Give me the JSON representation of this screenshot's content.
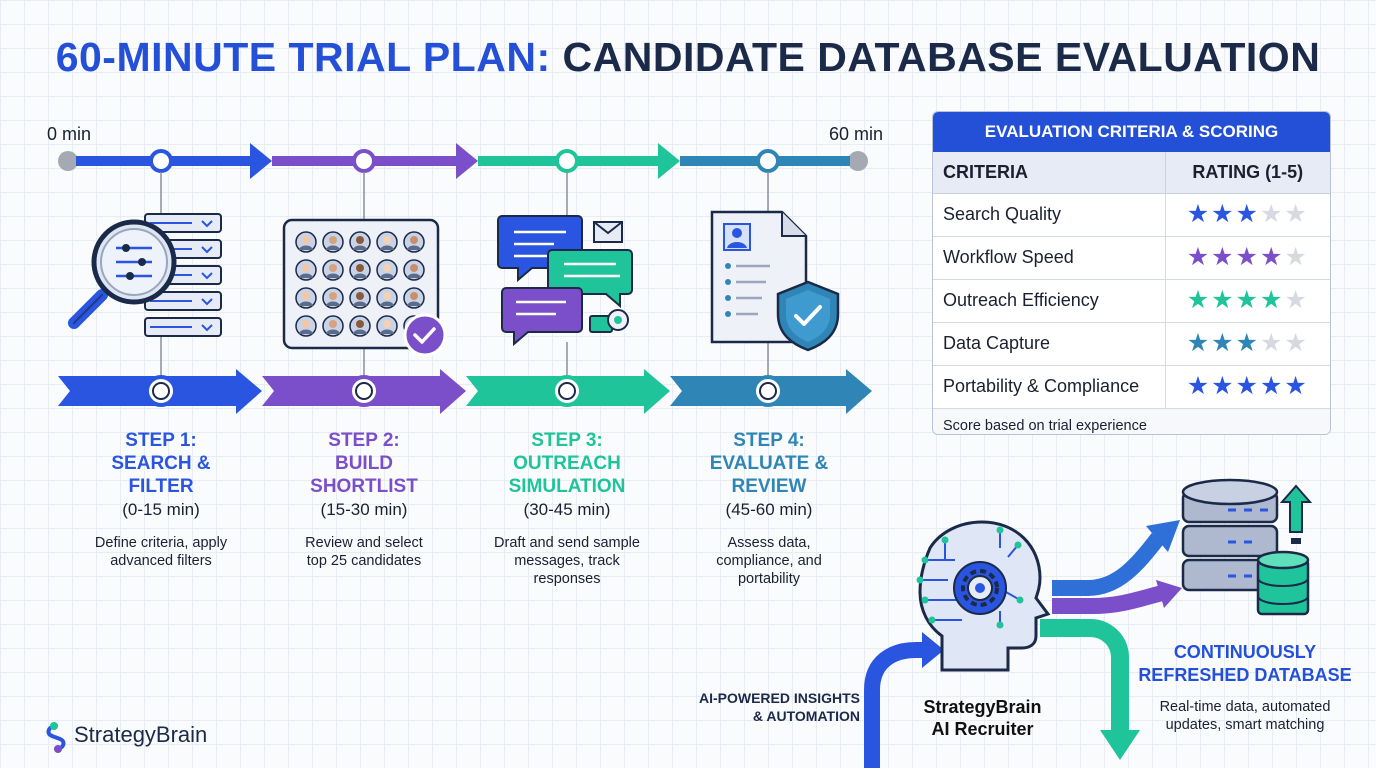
{
  "title": {
    "part1": "60-MINUTE TRIAL PLAN:",
    "part2": "CANDIDATE DATABASE EVALUATION"
  },
  "timeline": {
    "start_label": "0 min",
    "end_label": "60 min"
  },
  "colors": {
    "blue": "#2a55e0",
    "purple": "#7b4fc9",
    "teal": "#1fc49a",
    "steel": "#2f86b6"
  },
  "steps": [
    {
      "title_line1": "STEP 1:",
      "title_line2": "SEARCH &",
      "title_line3": "FILTER",
      "duration": "(0-15 min)",
      "desc_line1": "Define criteria, apply",
      "desc_line2": "advanced filters",
      "desc_line3": "",
      "color": "#2a55e0",
      "icon": "magnifier-filter-icon"
    },
    {
      "title_line1": "STEP 2:",
      "title_line2": "BUILD",
      "title_line3": "SHORTLIST",
      "duration": "(15-30 min)",
      "desc_line1": "Review and select",
      "desc_line2": "top 25 candidates",
      "desc_line3": "",
      "color": "#7b4fc9",
      "icon": "candidate-grid-icon"
    },
    {
      "title_line1": "STEP 3:",
      "title_line2": "OUTREACH",
      "title_line3": "SIMULATION",
      "duration": "(30-45 min)",
      "desc_line1": "Draft and send sample",
      "desc_line2": "messages, track",
      "desc_line3": "responses",
      "color": "#1fc49a",
      "icon": "chat-bubbles-icon"
    },
    {
      "title_line1": "STEP 4:",
      "title_line2": "EVALUATE &",
      "title_line3": "REVIEW",
      "duration": "(45-60 min)",
      "desc_line1": "Assess data,",
      "desc_line2": "compliance, and",
      "desc_line3": "portability",
      "color": "#2f86b6",
      "icon": "document-shield-icon"
    }
  ],
  "criteria": {
    "heading": "EVALUATION CRITERIA & SCORING",
    "col_criteria": "CRITERIA",
    "col_rating": "RATING (1-5)",
    "rows": [
      {
        "name": "Search Quality",
        "rating": 3,
        "color": "#2a55e0"
      },
      {
        "name": "Workflow Speed",
        "rating": 4,
        "color": "#7b4fc9"
      },
      {
        "name": "Outreach Efficiency",
        "rating": 4,
        "color": "#1fc49a"
      },
      {
        "name": "Data Capture",
        "rating": 3,
        "color": "#2f86b6"
      },
      {
        "name": "Portability & Compliance",
        "rating": 5,
        "color": "#2a55e0"
      }
    ],
    "footer": "Score based on trial experience"
  },
  "ai": {
    "insight_line1": "AI-POWERED INSIGHTS",
    "insight_line2": "& AUTOMATION",
    "name_line1": "StrategyBrain",
    "name_line2": "AI Recruiter"
  },
  "database": {
    "title_line1": "CONTINUOUSLY",
    "title_line2": "REFRESHED DATABASE",
    "desc_line1": "Real-time data, automated",
    "desc_line2": "updates, smart matching"
  },
  "brand": {
    "name": "StrategyBrain"
  }
}
